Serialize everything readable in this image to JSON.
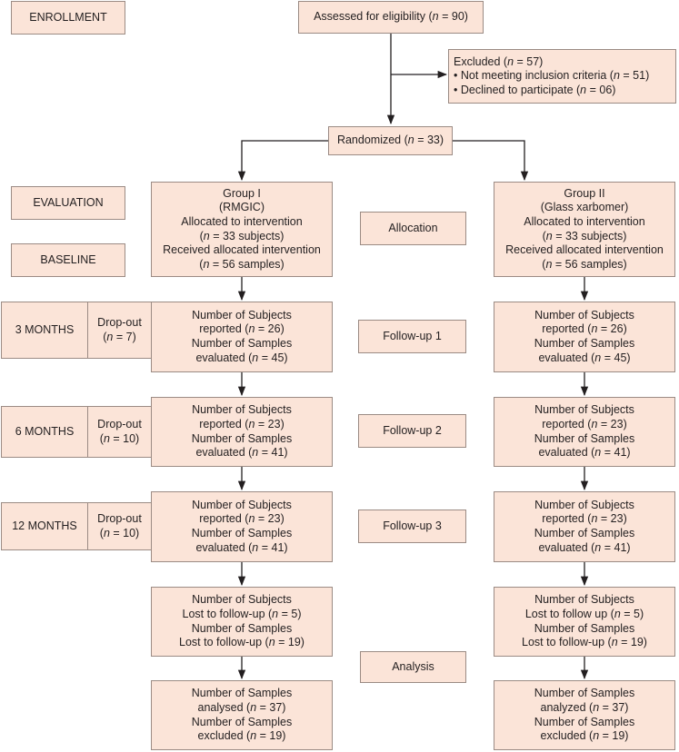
{
  "stages": {
    "enrollment": "ENROLLMENT",
    "evaluation": "EVALUATION",
    "baseline": "BASELINE"
  },
  "eligibility": {
    "prefix": "Assessed for eligibility (",
    "n_label": "n",
    "suffix": " = 90)"
  },
  "excluded": {
    "line1_prefix": "Excluded (",
    "line1_suffix": " = 57)",
    "line2_prefix": "• Not meeting inclusion criteria (",
    "line2_suffix": " = 51)",
    "line3_prefix": "• Declined to participate (",
    "line3_suffix": " = 06)"
  },
  "randomized": {
    "prefix": "Randomized (",
    "suffix": " = 33)"
  },
  "group1": {
    "l1": "Group I",
    "l2": "(RMGIC)",
    "l3": "Allocated to intervention",
    "l4_prefix": "(",
    "l4_suffix": " = 33 subjects)",
    "l5": "Received allocated intervention",
    "l6_prefix": "(",
    "l6_suffix": " = 56 samples)"
  },
  "group2": {
    "l1": "Group II",
    "l2": "(Glass xarbomer)",
    "l3": "Allocated to intervention",
    "l4_prefix": "(",
    "l4_suffix": " = 33 subjects)",
    "l5": "Received allocated intervention",
    "l6_prefix": "(",
    "l6_suffix": " = 56 samples)"
  },
  "phases": {
    "allocation": "Allocation",
    "follow1": "Follow-up 1",
    "follow2": "Follow-up 2",
    "follow3": "Follow-up 3",
    "analysis": "Analysis"
  },
  "dropouts": {
    "m3": {
      "period": "3 MONTHS",
      "label": "Drop-out",
      "n_prefix": "(",
      "n_suffix": " = 7)"
    },
    "m6": {
      "period": "6 MONTHS",
      "label": "Drop-out",
      "n_prefix": "(",
      "n_suffix": " = 10)"
    },
    "m12": {
      "period": "12 MONTHS",
      "label": "Drop-out",
      "n_prefix": "(",
      "n_suffix": " = 10)"
    }
  },
  "followups": {
    "subjects_label": "Number of Subjects",
    "reported_prefix": "reported (",
    "samples_label": "Number of Samples",
    "evaluated_prefix": "evaluated (",
    "f1": {
      "reported": " = 26)",
      "evaluated": " = 45)"
    },
    "f2": {
      "reported": " = 23)",
      "evaluated": " = 41)"
    },
    "f3": {
      "reported": " = 23)",
      "evaluated": " = 41)"
    }
  },
  "lost": {
    "subjects_label": "Number of Subjects",
    "samples_label": "Number of Samples",
    "g1_lost_subj_prefix": "Lost to follow-up (",
    "g2_lost_subj_prefix": "Lost to follow up (",
    "lost_subj_suffix": " = 5)",
    "lost_samp_prefix": "Lost to follow-up (",
    "lost_samp_suffix": " = 19)"
  },
  "analysis": {
    "samples_label": "Number of Samples",
    "g1_analysed_prefix": "analysed (",
    "g2_analyzed_prefix": "analyzed (",
    "analysed_suffix": " = 37)",
    "excluded_prefix": "excluded (",
    "excluded_suffix": " = 19)"
  },
  "colors": {
    "box_fill": "#fbe4d8",
    "box_border": "#9b8b84",
    "arrow": "#231f20"
  }
}
